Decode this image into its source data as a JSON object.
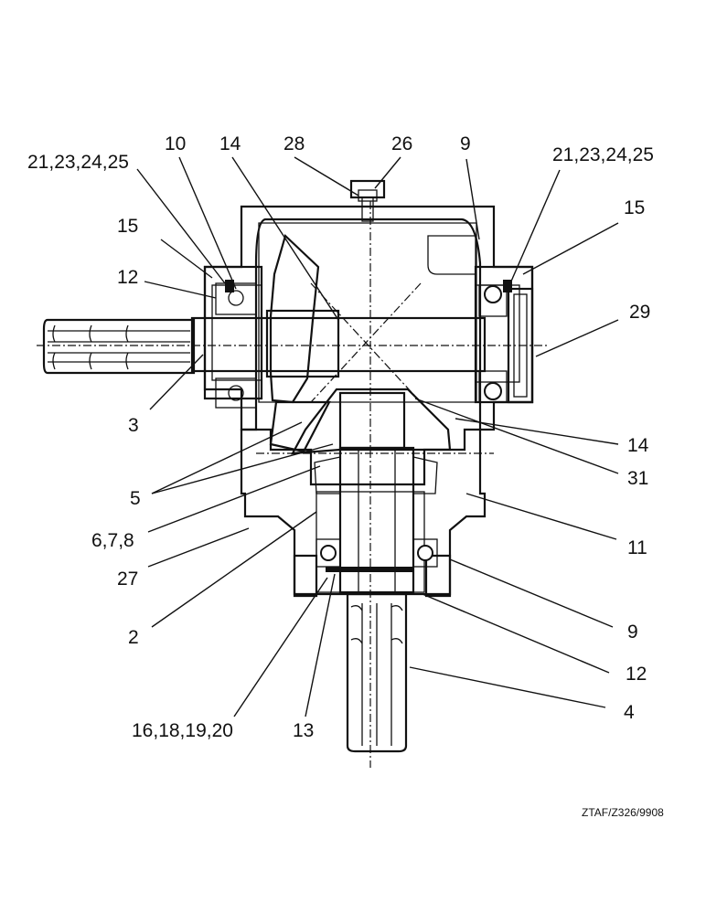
{
  "labels": {
    "l_21_23_24_25_left": "21,23,24,25",
    "l_10": "10",
    "l_14_top": "14",
    "l_28": "28",
    "l_26": "26",
    "l_9_top": "9",
    "l_21_23_24_25_right": "21,23,24,25",
    "l_15_right": "15",
    "l_15_left": "15",
    "l_12_left": "12",
    "l_29": "29",
    "l_3": "3",
    "l_14_right": "14",
    "l_31": "31",
    "l_5": "5",
    "l_11": "11",
    "l_6_7_8": "6,7,8",
    "l_27": "27",
    "l_9_right": "9",
    "l_2": "2",
    "l_12_right": "12",
    "l_4": "4",
    "l_16_18_19_20": "16,18,19,20",
    "l_13": "13"
  },
  "drawing_ref": "ZTAF/Z326/9908"
}
